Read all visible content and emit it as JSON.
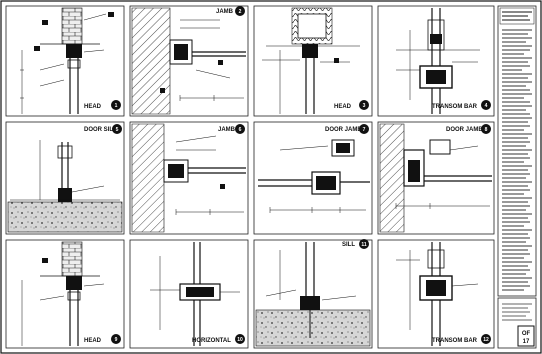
{
  "sheet": {
    "title_block": {
      "sheet_prefix": "OF",
      "sheet_number": "17"
    },
    "details": [
      {
        "id": "d1",
        "title": "HEAD",
        "number": "1"
      },
      {
        "id": "d2",
        "title": "JAMB",
        "number": "2"
      },
      {
        "id": "d3",
        "title": "HEAD",
        "number": "3"
      },
      {
        "id": "d4",
        "title": "TRANSOM BAR",
        "number": "4"
      },
      {
        "id": "d5",
        "title": "DOOR SILL",
        "number": "5"
      },
      {
        "id": "d6",
        "title": "JAMB",
        "number": "6"
      },
      {
        "id": "d7",
        "title": "DOOR JAMB",
        "number": "7"
      },
      {
        "id": "d8",
        "title": "DOOR JAMB",
        "number": "8"
      },
      {
        "id": "d9",
        "title": "HEAD",
        "number": "9"
      },
      {
        "id": "d10",
        "title": "HORIZONTAL",
        "number": "10"
      },
      {
        "id": "d11",
        "title": "SILL",
        "number": "11"
      },
      {
        "id": "d12",
        "title": "TRANSOM BAR",
        "number": "12"
      }
    ]
  }
}
